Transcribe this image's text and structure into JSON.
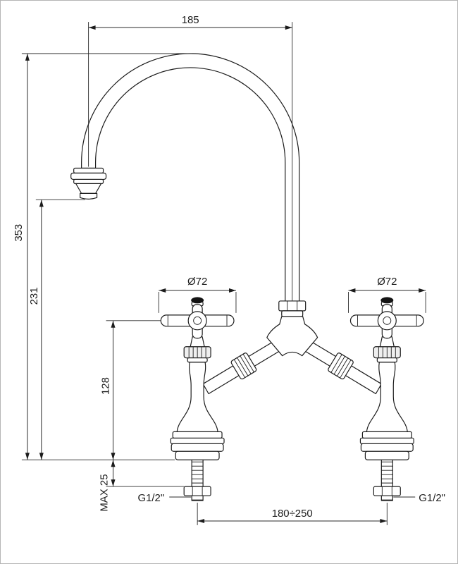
{
  "drawing": {
    "subject": "two-handle bridge faucet with swan-neck spout, dimensioned technical drawing",
    "line_color": "#1c1c1c",
    "background": "#ffffff"
  },
  "dims": {
    "spout_reach": "185",
    "overall_height": "353",
    "spout_outlet_height": "231",
    "handle_height": "128",
    "handle_diameter_left": "Ø72",
    "handle_diameter_right": "Ø72",
    "deck_thickness": "MAX 25",
    "thread_left": "G1/2\"",
    "thread_right": "G1/2\"",
    "inlet_spacing": "180÷250"
  }
}
